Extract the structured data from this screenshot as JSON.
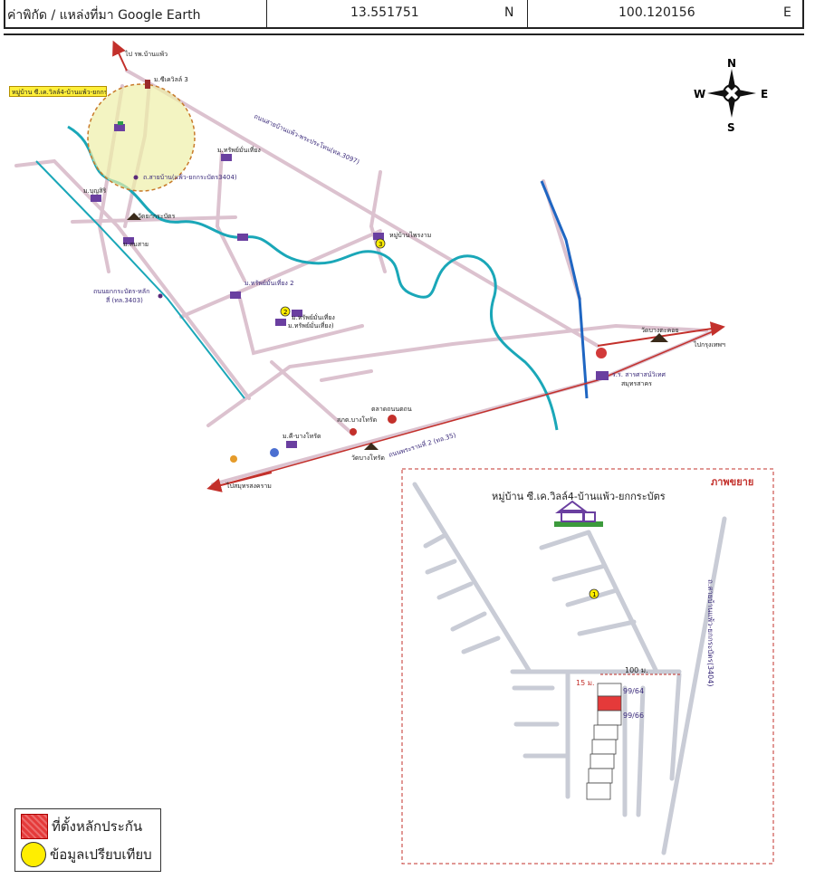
{
  "header": {
    "label": "ค่าพิกัด / แหล่งที่มา Google Earth",
    "latitude": "13.551751",
    "lat_dir": "N",
    "longitude": "100.120156",
    "lon_dir": "E"
  },
  "compass": {
    "n": "N",
    "s": "S",
    "e": "E",
    "w": "W"
  },
  "map_labels": {
    "callout": "หมู่บ้าน ซี.เค.วิลล์4-บ้านแพ้ว-ยกกระบัตร",
    "to_ban_phaeo": "ไป รพ.บ้านแพ้ว",
    "ck_ville3": "ม.ซีเควิลล์ 3",
    "road_3097": "ถนนสายบ้านแพ้ว-พระประโทน(ทล.3097)",
    "road_3404": "ถ.สายบ้าน(แพ้ว-ยกกระบัตร3404)",
    "sap_man_thiang": "ม.ทรัพย์มั่นเที่ยง",
    "boonyasiri": "ม.บุญสิริ",
    "wat_yokkrabat": "วัดยกกระบัตร",
    "som_sai": "ม.สมสาย",
    "road_3403_a": "ถนนยกกระบัตร-หลัก",
    "road_3403_b": "สี่ (ทล.3403)",
    "sap_man_2": "ม.ทรัพย์มั่นเที่ยง 2",
    "sap_man_3a": "ม.ทรัพย์มั่นเที่ยง",
    "sap_man_3b": "ม.ทรัพย์มั่นเที่ยง)",
    "ban_phai": "หมู่บ้านไพรงาม",
    "wat_bang": "วัดบางตะคอย",
    "to_bangkok": "ไปกรุงเทพฯ",
    "hospital_a": "ร.ร. สารศาสน์วิเทศ",
    "hospital_b": "สมุทรสาคร",
    "market": "ตลาดถนนตถน",
    "police": "สภต.บางโทรัด",
    "road_35": "ถนนพระรามที่ 2 (ทล.35)",
    "temple_b": "วัดบางโทรัด",
    "moo_ban_bangtorad": "ม.คี-บางโทรัด",
    "to_samut": "ไปสมุทรสงคราม",
    "marker_1": "1",
    "marker_2": "2",
    "marker_3": "3"
  },
  "inset": {
    "title_tag": "ภาพขยาย",
    "village": "หมู่บ้าน ซี.เค.วิลล์4-บ้านแพ้ว-ยกกระบัตร",
    "road_side": "ถ.สายบ้านแพ้ว-ยกกระบัตร(3404)",
    "dist_100": "100 ม.",
    "dist_15": "15 ม.",
    "lot_a": "99/64",
    "lot_b": "99/66",
    "marker": "1"
  },
  "legend": {
    "collateral": "ที่ตั้งหลักประกัน",
    "comparable": "ข้อมูลเปรียบเทียบ"
  },
  "colors": {
    "road": "#d9b8c8",
    "river": "#1aa7b8",
    "canal": "#1f66c2",
    "route": "#c3302b",
    "highlight": "#e53a3a",
    "marker": "#ffee00"
  }
}
